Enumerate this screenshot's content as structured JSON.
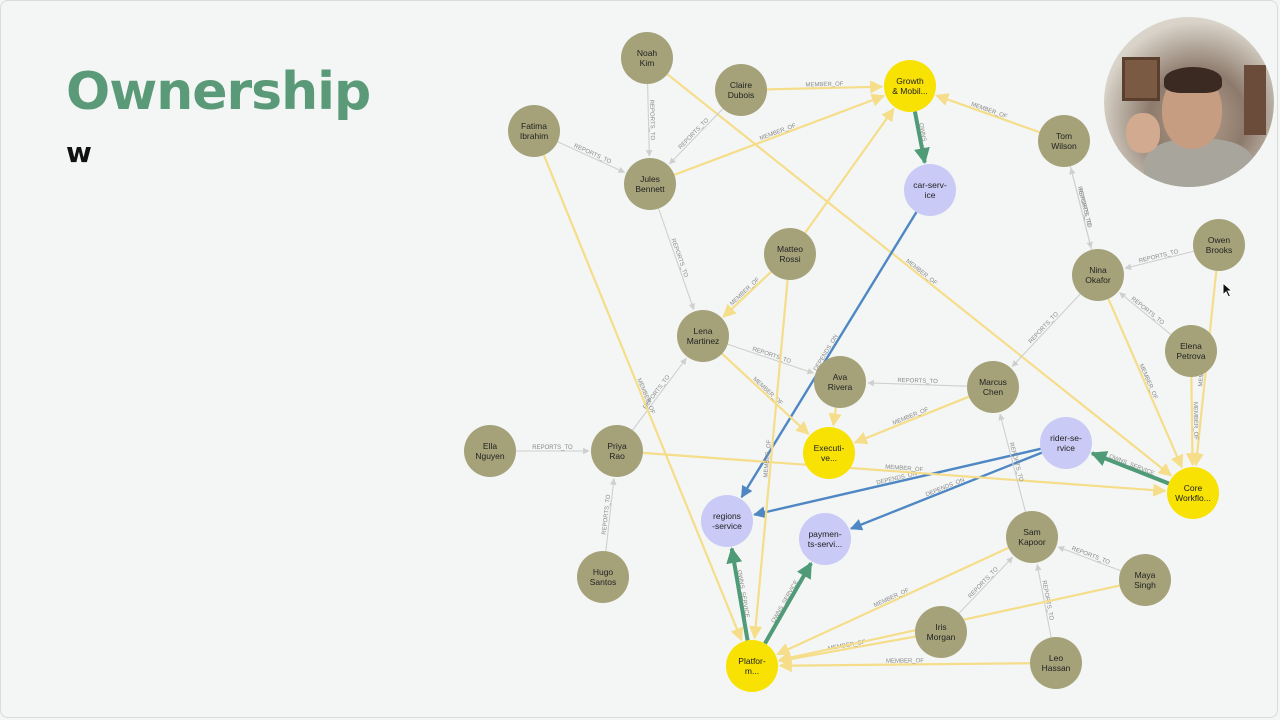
{
  "slide": {
    "title": "Ownership",
    "subtitle": "w"
  },
  "colors": {
    "person": "#a5a27a",
    "team": "#f7e204",
    "service": "#c9caf6",
    "member_edge": "#f5dd8a",
    "reports_edge": "#cfcfcf",
    "owns_edge": "#4f9a77",
    "depends_edge": "#4f87c4",
    "title": "#5a9a78"
  },
  "nodes": [
    {
      "id": "noah",
      "label": [
        "Noah",
        "Kim"
      ],
      "type": "person"
    },
    {
      "id": "claire",
      "label": [
        "Claire",
        "Dubois"
      ],
      "type": "person"
    },
    {
      "id": "growth",
      "label": [
        "Growth",
        "& Mobil..."
      ],
      "type": "team"
    },
    {
      "id": "fatima",
      "label": [
        "Fatima",
        "Ibrahim"
      ],
      "type": "person"
    },
    {
      "id": "jules",
      "label": [
        "Jules",
        "Bennett"
      ],
      "type": "person"
    },
    {
      "id": "car",
      "label": [
        "car-serv-",
        "ice"
      ],
      "type": "service"
    },
    {
      "id": "tom",
      "label": [
        "Tom",
        "Wilson"
      ],
      "type": "person"
    },
    {
      "id": "matteo",
      "label": [
        "Matteo",
        "Rossi"
      ],
      "type": "person"
    },
    {
      "id": "owen",
      "label": [
        "Owen",
        "Brooks"
      ],
      "type": "person"
    },
    {
      "id": "nina",
      "label": [
        "Nina",
        "Okafor"
      ],
      "type": "person"
    },
    {
      "id": "lena",
      "label": [
        "Lena",
        "Martinez"
      ],
      "type": "person"
    },
    {
      "id": "elena",
      "label": [
        "Elena",
        "Petrova"
      ],
      "type": "person"
    },
    {
      "id": "ava",
      "label": [
        "Ava",
        "Rivera"
      ],
      "type": "person"
    },
    {
      "id": "marcus",
      "label": [
        "Marcus",
        "Chen"
      ],
      "type": "person"
    },
    {
      "id": "rider",
      "label": [
        "rider-se-",
        "rvice"
      ],
      "type": "service"
    },
    {
      "id": "ella",
      "label": [
        "Ella",
        "Nguyen"
      ],
      "type": "person"
    },
    {
      "id": "priya",
      "label": [
        "Priya",
        "Rao"
      ],
      "type": "person"
    },
    {
      "id": "exec",
      "label": [
        "Executi-",
        "ve..."
      ],
      "type": "team"
    },
    {
      "id": "core",
      "label": [
        "Core",
        "Workflo..."
      ],
      "type": "team"
    },
    {
      "id": "regions",
      "label": [
        "regions",
        "-service"
      ],
      "type": "service"
    },
    {
      "id": "payments",
      "label": [
        "paymen-",
        "ts-servi..."
      ],
      "type": "service"
    },
    {
      "id": "sam",
      "label": [
        "Sam",
        "Kapoor"
      ],
      "type": "person"
    },
    {
      "id": "maya",
      "label": [
        "Maya",
        "Singh"
      ],
      "type": "person"
    },
    {
      "id": "hugo",
      "label": [
        "Hugo",
        "Santos"
      ],
      "type": "person"
    },
    {
      "id": "iris",
      "label": [
        "Iris",
        "Morgan"
      ],
      "type": "person"
    },
    {
      "id": "leo",
      "label": [
        "Leo",
        "Hassan"
      ],
      "type": "person"
    },
    {
      "id": "platform",
      "label": [
        "Platfor-",
        "m..."
      ],
      "type": "team"
    }
  ],
  "edges": [
    {
      "from": "claire",
      "to": "growth",
      "type": "member",
      "label": "MEMBER_OF"
    },
    {
      "from": "jules",
      "to": "growth",
      "type": "member",
      "label": "MEMBER_OF"
    },
    {
      "from": "tom",
      "to": "growth",
      "type": "member",
      "label": "MEMBER_OF"
    },
    {
      "from": "noah",
      "to": "core",
      "type": "member",
      "label": "MEMBER_OF"
    },
    {
      "from": "matteo",
      "to": "growth",
      "type": "member",
      "label": ""
    },
    {
      "from": "growth",
      "to": "car",
      "type": "owns",
      "label": "OWNS_..."
    },
    {
      "from": "noah",
      "to": "jules",
      "type": "reports",
      "label": "REPORTS_TO"
    },
    {
      "from": "claire",
      "to": "jules",
      "type": "reports",
      "label": "REPORTS_TO"
    },
    {
      "from": "fatima",
      "to": "jules",
      "type": "reports",
      "label": "REPORTS_TO"
    },
    {
      "from": "jules",
      "to": "lena",
      "type": "reports",
      "label": "REPORTS_TO"
    },
    {
      "from": "tom",
      "to": "nina",
      "type": "reports",
      "label": "REPORTS_TO"
    },
    {
      "from": "nina",
      "to": "tom",
      "type": "reports",
      "label": "REPORTS_TO"
    },
    {
      "from": "owen",
      "to": "nina",
      "type": "reports",
      "label": "REPORTS_TO"
    },
    {
      "from": "elena",
      "to": "nina",
      "type": "reports",
      "label": "REPORTS_TO"
    },
    {
      "from": "nina",
      "to": "marcus",
      "type": "reports",
      "label": "REPORTS_TO"
    },
    {
      "from": "marcus",
      "to": "ava",
      "type": "reports",
      "label": "REPORTS_TO"
    },
    {
      "from": "lena",
      "to": "ava",
      "type": "reports",
      "label": "REPORTS_TO"
    },
    {
      "from": "matteo",
      "to": "lena",
      "type": "member",
      "label": "MEMBER_OF"
    },
    {
      "from": "car",
      "to": "regions",
      "type": "depends",
      "label": "DEPENDS_ON"
    },
    {
      "from": "lena",
      "to": "exec",
      "type": "member",
      "label": "MEMBER_OF"
    },
    {
      "from": "marcus",
      "to": "exec",
      "type": "member",
      "label": "MEMBER_OF"
    },
    {
      "from": "ava",
      "to": "exec",
      "type": "member",
      "label": ""
    },
    {
      "from": "owen",
      "to": "core",
      "type": "member",
      "label": "MEMBER_OF"
    },
    {
      "from": "elena",
      "to": "core",
      "type": "member",
      "label": "MEMBER_OF"
    },
    {
      "from": "nina",
      "to": "core",
      "type": "member",
      "label": "MEMBER_OF"
    },
    {
      "from": "core",
      "to": "rider",
      "type": "owns",
      "label": "OWNS_SERVICE"
    },
    {
      "from": "rider",
      "to": "regions",
      "type": "depends",
      "label": "DEPENDS_ON"
    },
    {
      "from": "rider",
      "to": "payments",
      "type": "depends",
      "label": "DEPENDS_ON"
    },
    {
      "from": "ella",
      "to": "priya",
      "type": "reports",
      "label": "REPORTS_TO"
    },
    {
      "from": "priya",
      "to": "lena",
      "type": "reports",
      "label": "REPORTS_TO"
    },
    {
      "from": "hugo",
      "to": "priya",
      "type": "reports",
      "label": "REPORTS_TO"
    },
    {
      "from": "priya",
      "to": "core",
      "type": "member",
      "label": "MEMBER_OF"
    },
    {
      "from": "fatima",
      "to": "platform",
      "type": "member",
      "label": "MEMBER_OF"
    },
    {
      "from": "matteo",
      "to": "platform",
      "type": "member",
      "label": "MEMBER_OF"
    },
    {
      "from": "sam",
      "to": "marcus",
      "type": "reports",
      "label": "REPORTS_TO"
    },
    {
      "from": "maya",
      "to": "sam",
      "type": "reports",
      "label": "REPORTS_TO"
    },
    {
      "from": "iris",
      "to": "sam",
      "type": "reports",
      "label": "REPORTS_TO"
    },
    {
      "from": "leo",
      "to": "sam",
      "type": "reports",
      "label": "REPORTS_TO"
    },
    {
      "from": "sam",
      "to": "platform",
      "type": "member",
      "label": "MEMBER_OF"
    },
    {
      "from": "iris",
      "to": "platform",
      "type": "member",
      "label": "MEMBER_OF"
    },
    {
      "from": "maya",
      "to": "platform",
      "type": "member",
      "label": ""
    },
    {
      "from": "leo",
      "to": "platform",
      "type": "member",
      "label": "MEMBER_OF"
    },
    {
      "from": "platform",
      "to": "regions",
      "type": "owns",
      "label": "OWNS_SERVICE"
    },
    {
      "from": "platform",
      "to": "payments",
      "type": "owns",
      "label": "OWNS_SERVICE"
    }
  ]
}
